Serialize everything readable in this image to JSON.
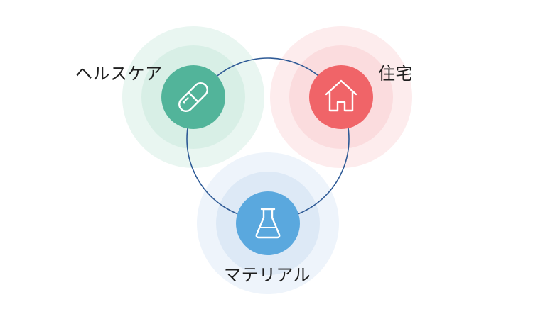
{
  "nodes": {
    "healthcare": {
      "label": "ヘルスケア",
      "icon": "pill-capsule-icon",
      "color": "#52b49a",
      "halo_color": "#cfeadf"
    },
    "housing": {
      "label": "住宅",
      "icon": "house-icon",
      "color": "#f06468",
      "halo_color": "#fcd6d8"
    },
    "material": {
      "label": "マテリアル",
      "icon": "flask-icon",
      "color": "#5aa8de",
      "halo_color": "#d6e7f6"
    }
  },
  "connector_color": "#2e5a96"
}
